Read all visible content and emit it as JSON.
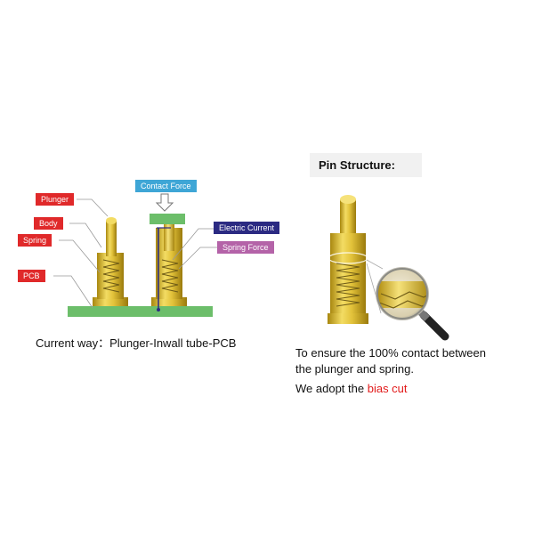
{
  "labels": {
    "plunger": "Plunger",
    "body": "Body",
    "spring": "Spring",
    "pcb": "PCB",
    "contact_force": "Contact Force",
    "electric_current": "Electric Current",
    "spring_force": "Spring Force"
  },
  "left_caption": "Current way：Plunger-Inwall tube-PCB",
  "right_title": "Pin Structure:",
  "right_text": {
    "line1": "To ensure the 100% contact between",
    "line2": "the plunger and spring.",
    "line3_prefix": "We adopt the ",
    "line3_highlight": "bias cut"
  },
  "colors": {
    "label_red": "#e0292a",
    "contact_blue": "#3ea6d6",
    "current_navy": "#2b2a82",
    "spring_violet": "#b463a8",
    "pcb_green": "#6cbe6a",
    "pin_gold": "#d4b12a",
    "highlight_red": "#e21a1a"
  }
}
